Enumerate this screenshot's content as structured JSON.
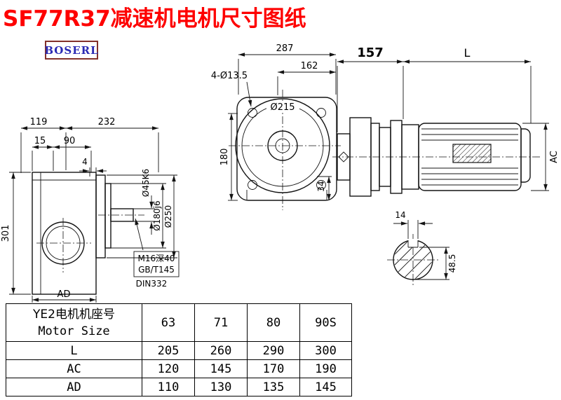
{
  "title": "SF77R37减速机电机尺寸图纸",
  "logo": "BOSERL",
  "views": {
    "left": {
      "dims": {
        "w1": "119",
        "w2": "232",
        "t1": "15",
        "t2": "90",
        "step": "4",
        "h": "301",
        "ad": "AD"
      },
      "labels": {
        "shaft": "Ø45K6",
        "spigot": "Ø180j6",
        "flange": "Ø250"
      },
      "notes": [
        "M16深40",
        "GB/T145",
        "DIN332"
      ]
    },
    "front": {
      "dims": {
        "w": "287",
        "w2": "162",
        "holes": "4-Ø13.5",
        "bore": "Ø215",
        "h": "180",
        "foot": "34"
      }
    },
    "motor": {
      "dims": {
        "len1": "157",
        "len2": "L",
        "ac": "AC"
      }
    },
    "shaft": {
      "dims": {
        "key_w": "14",
        "key_h": "48.5"
      }
    }
  },
  "table": {
    "header": {
      "label_cn": "YE2电机机座号",
      "label_en": "Motor Size",
      "values": [
        "63",
        "71",
        "80",
        "90S"
      ]
    },
    "rows": [
      {
        "label": "L",
        "values": [
          "205",
          "260",
          "290",
          "300"
        ]
      },
      {
        "label": "AC",
        "values": [
          "120",
          "145",
          "170",
          "190"
        ]
      },
      {
        "label": "AD",
        "values": [
          "110",
          "130",
          "135",
          "145"
        ]
      }
    ]
  }
}
